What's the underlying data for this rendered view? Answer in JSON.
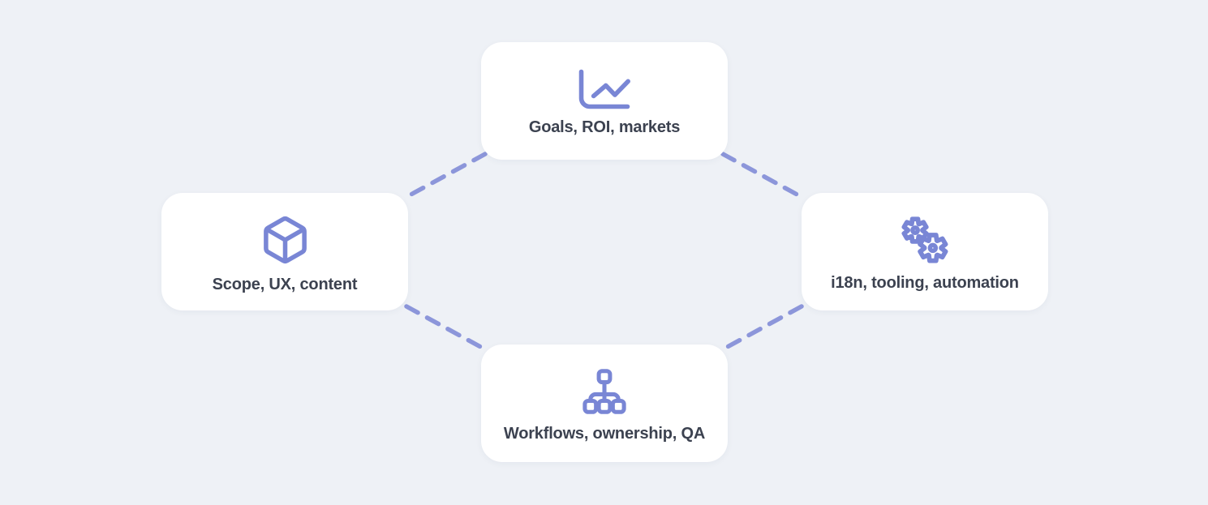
{
  "diagram": {
    "nodes": [
      {
        "id": "goals",
        "label": "Goals, ROI, markets",
        "icon": "line-chart-icon"
      },
      {
        "id": "scope",
        "label": "Scope, UX, content",
        "icon": "cube-icon"
      },
      {
        "id": "tooling",
        "label": "i18n, tooling, automation",
        "icon": "gears-icon"
      },
      {
        "id": "workflows",
        "label": "Workflows, ownership, QA",
        "icon": "org-chart-icon"
      }
    ],
    "connector_style": "dashed"
  },
  "colors": {
    "bg": "#eef1f6",
    "card-bg": "#ffffff",
    "icon-color": "#7986d5",
    "connector-color": "#8c96da",
    "label-color": "#3c4250"
  }
}
